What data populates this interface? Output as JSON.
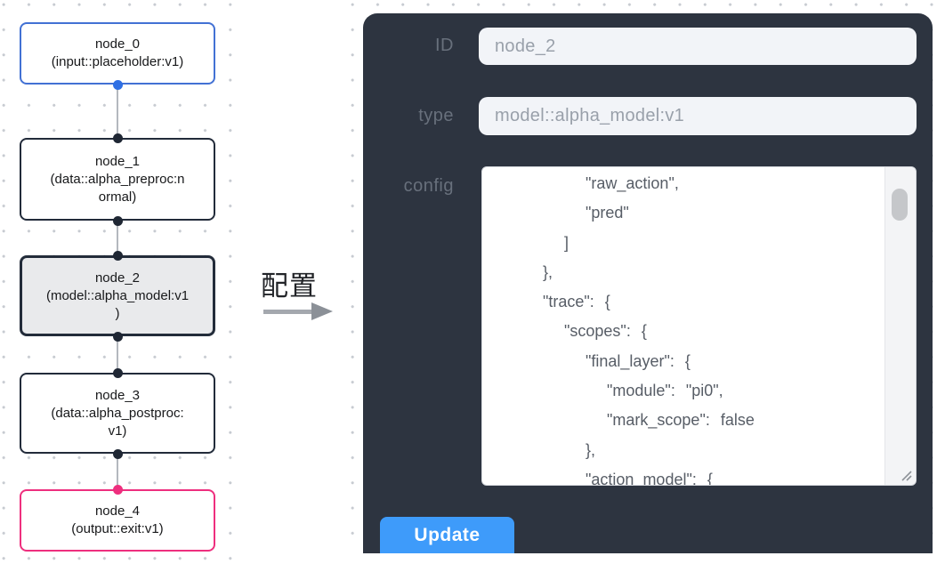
{
  "flow": {
    "nodes": [
      {
        "id": "node_0",
        "type": "input::placeholder:v1",
        "lines": [
          "node_0",
          "(input::placeholder:v1)"
        ]
      },
      {
        "id": "node_1",
        "type": "data::alpha_preproc:normal",
        "lines": [
          "node_1",
          "(data::alpha_preproc:n",
          "ormal)"
        ]
      },
      {
        "id": "node_2",
        "type": "model::alpha_model:v1",
        "lines": [
          "node_2",
          "(model::alpha_model:v1",
          ")"
        ],
        "selected": true
      },
      {
        "id": "node_3",
        "type": "data::alpha_postproc:v1",
        "lines": [
          "node_3",
          "(data::alpha_postproc:",
          "v1)"
        ]
      },
      {
        "id": "node_4",
        "type": "output::exit:v1",
        "lines": [
          "node_4",
          "(output::exit:v1)"
        ]
      }
    ]
  },
  "annotation": {
    "label": "配置"
  },
  "panel": {
    "fields": [
      {
        "label": "ID",
        "value": "node_2"
      },
      {
        "label": "type",
        "value": "model::alpha_model:v1"
      }
    ],
    "config_label": "config",
    "config_lines": [
      "        \"raw_action\",",
      "        \"pred\"",
      "      ]",
      "    },",
      "    \"trace\": {",
      "      \"scopes\": {",
      "        \"final_layer\": {",
      "          \"module\": \"pi0\",",
      "          \"mark_scope\": false",
      "        },",
      "        \"action_model\": {"
    ],
    "update_label": "Update"
  },
  "colors": {
    "panel_bg": "#2d3440",
    "button_blue": "#3e9bfa",
    "node_selected_bg": "#e9eaec",
    "input_node_border": "#4271d4",
    "output_node_border": "#ee2f7e",
    "default_node_border": "#222b3a",
    "port_dark": "#1f2734",
    "port_blue": "#2f6fe4",
    "port_pink": "#ee2f7e"
  }
}
